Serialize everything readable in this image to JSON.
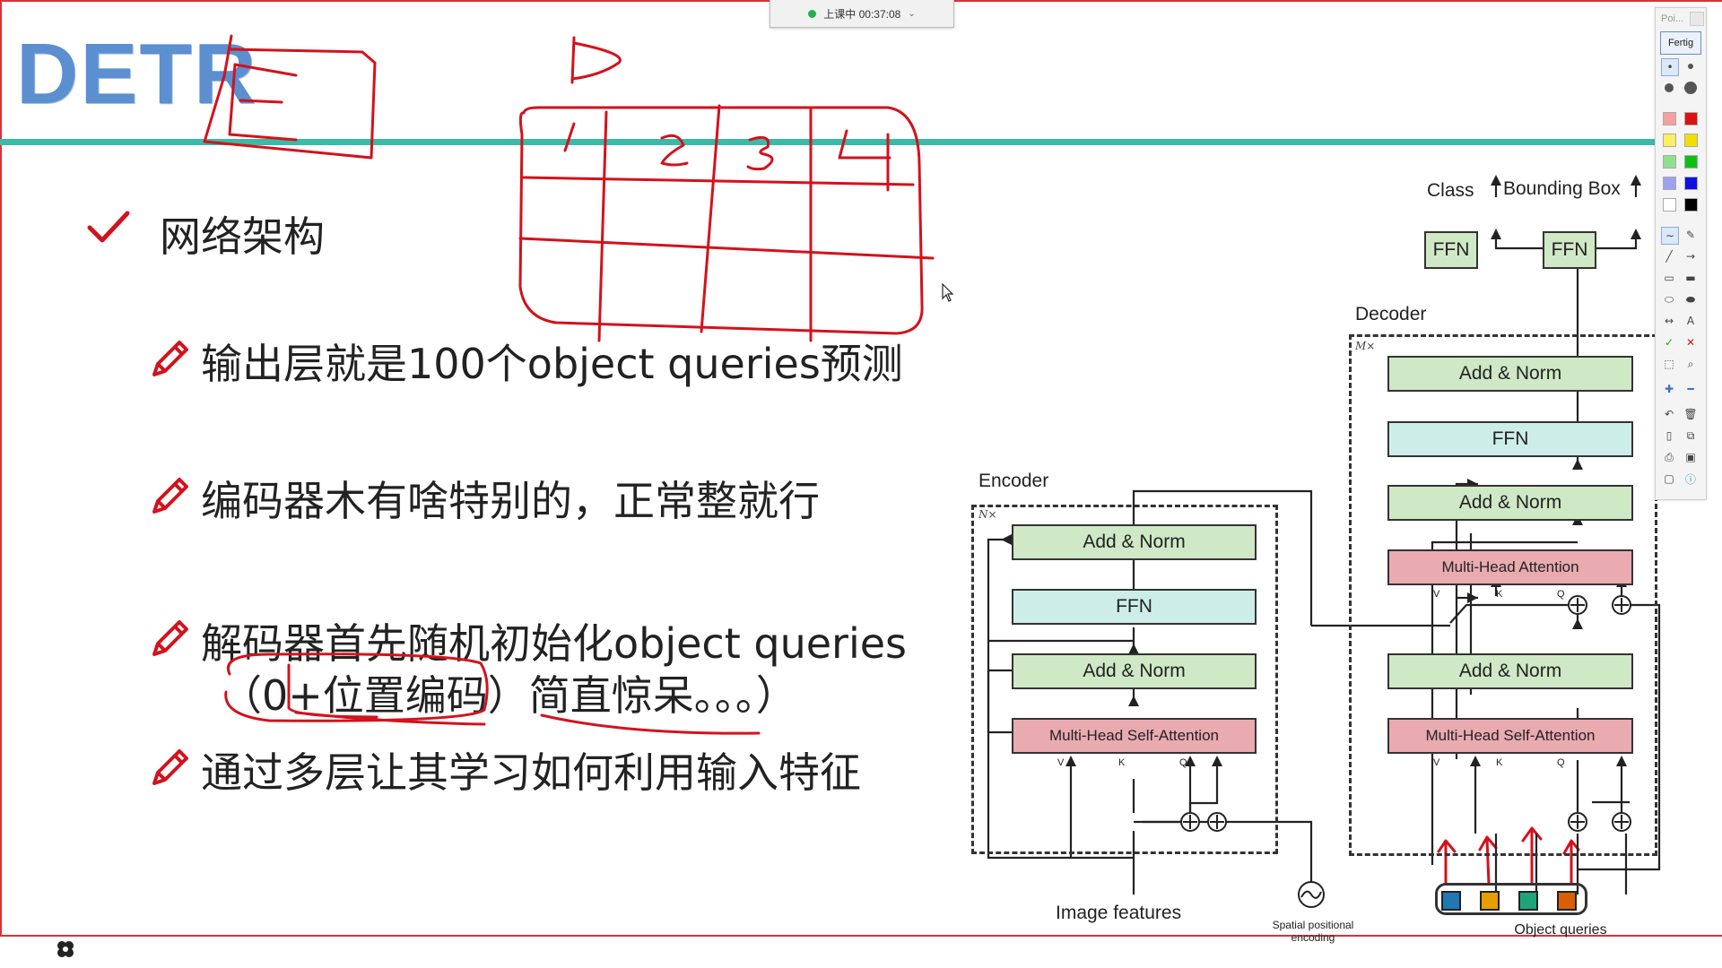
{
  "recording": {
    "status": "上课中 00:37:08",
    "chevron": "⌄",
    "status_color": "#26b04a"
  },
  "slide": {
    "title": "DETR",
    "section": "网络架构",
    "bullets": [
      "输出层就是100个object queries预测",
      "编码器木有啥特别的，正常整就行",
      "解码器首先随机初始化object queries",
      "通过多层让其学习如何利用输入特征"
    ],
    "bullet_cont": "（0+位置编码）简直惊呆。。。）",
    "colors": {
      "title": "#5b8fd0",
      "teal_bar": "#3bb9a9",
      "ink_red": "#d3121c"
    }
  },
  "annotations": {
    "grid_numbers": [
      "1",
      "2",
      "3",
      "4"
    ],
    "box_letter": "E",
    "top_letter": "D"
  },
  "diagram": {
    "class_label": "Class",
    "bbox_label": "Bounding Box",
    "ffn": "FFN",
    "decoder_label": "Decoder",
    "encoder_label": "Encoder",
    "mx": "M×",
    "nx": "N×",
    "add_norm": "Add & Norm",
    "mha": "Multi-Head Attention",
    "mhsa": "Multi-Head Self-Attention",
    "v": "V",
    "k": "K",
    "q": "Q",
    "image_features": "Image features",
    "spatial_encoding": "Spatial positional encoding",
    "object_queries": "Object queries",
    "query_colors": [
      "#1f77b4",
      "#e69f00",
      "#1fa37a",
      "#d95f02"
    ]
  },
  "toolbar": {
    "title": "Poi...",
    "done": "Fertig",
    "palette": [
      "#f4a0a0",
      "#e01010",
      "#fbf060",
      "#f0e000",
      "#8fe08f",
      "#10c010",
      "#a0a0f0",
      "#1010e0",
      "#ffffff",
      "#000000"
    ],
    "icons": [
      "pointer-icon",
      "pen-icon",
      "highlighter-icon",
      "line-icon",
      "arrow-icon",
      "rectangle-icon",
      "filled-rectangle-icon",
      "ellipse-icon",
      "filled-ellipse-icon",
      "double-arrow-icon",
      "text-icon",
      "check-icon",
      "cross-icon",
      "select-icon",
      "zoom-icon",
      "add-icon",
      "minus-icon",
      "undo-icon",
      "trash-icon",
      "page-icon",
      "copy-icon",
      "print-icon",
      "save-icon",
      "screen-icon",
      "info-icon"
    ],
    "text_tool": "A"
  }
}
